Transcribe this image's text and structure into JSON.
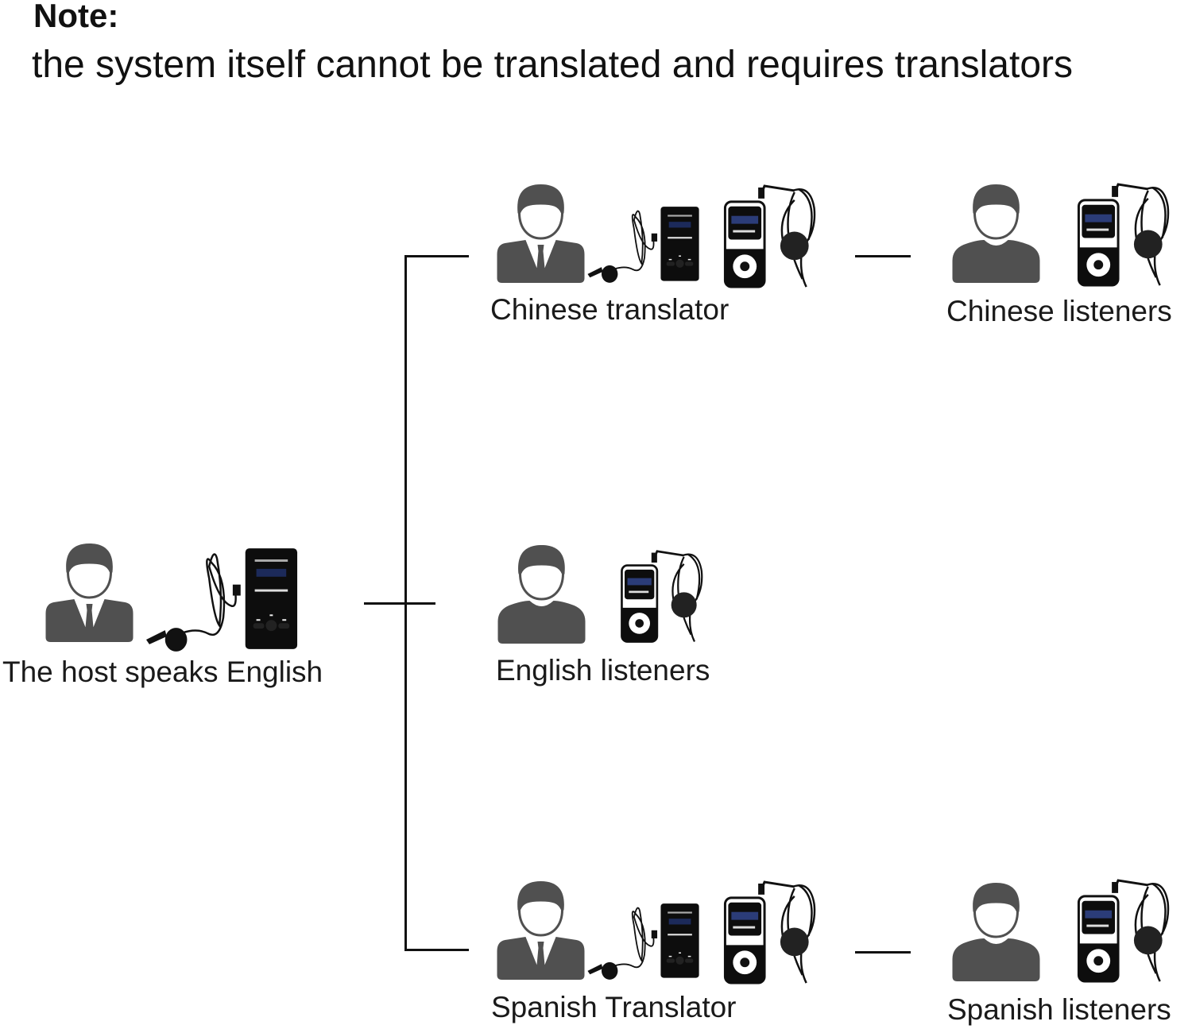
{
  "note": {
    "title": "Note:",
    "text": "the system itself cannot be translated and requires translators"
  },
  "nodes": {
    "host": {
      "label": "The host speaks English",
      "equipment": [
        "person-suit-icon",
        "transmitter-with-microphone-icon"
      ]
    },
    "chinese_translator": {
      "label": "Chinese translator",
      "equipment": [
        "person-suit-icon",
        "transmitter-with-microphone-icon",
        "receiver-with-earphone-icon"
      ]
    },
    "chinese_listeners": {
      "label": "Chinese listeners",
      "equipment": [
        "person-icon",
        "receiver-with-earphone-icon"
      ]
    },
    "english_listeners": {
      "label": "English listeners",
      "equipment": [
        "person-icon",
        "receiver-with-earphone-icon"
      ]
    },
    "spanish_translator": {
      "label": "Spanish Translator",
      "equipment": [
        "person-suit-icon",
        "transmitter-with-microphone-icon",
        "receiver-with-earphone-icon"
      ]
    },
    "spanish_listeners": {
      "label": "Spanish listeners",
      "equipment": [
        "person-icon",
        "receiver-with-earphone-icon"
      ]
    }
  },
  "edges": [
    {
      "from": "host",
      "to": "chinese_translator"
    },
    {
      "from": "host",
      "to": "english_listeners"
    },
    {
      "from": "host",
      "to": "spanish_translator"
    },
    {
      "from": "chinese_translator",
      "to": "chinese_listeners"
    },
    {
      "from": "spanish_translator",
      "to": "spanish_listeners"
    }
  ],
  "colors": {
    "person": "#505050",
    "device": "#111111",
    "line": "#111111"
  }
}
